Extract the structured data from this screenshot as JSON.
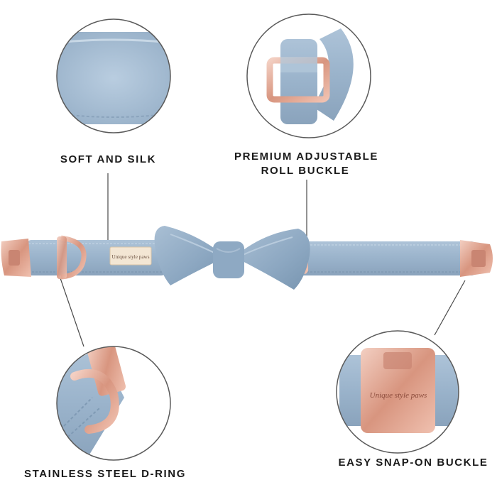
{
  "features": {
    "soft": {
      "label": "SOFT AND SILK"
    },
    "roll_buckle": {
      "label_line1": "PREMIUM ADJUSTABLE",
      "label_line2": "ROLL BUCKLE"
    },
    "d_ring": {
      "label": "STAINLESS STEEL D-RING"
    },
    "snap_buckle": {
      "label": "EASY SNAP-ON BUCKLE"
    }
  },
  "product": {
    "tag_text": "Unique style paws",
    "buckle_engraving": "Unique style paws"
  },
  "colors": {
    "collar_blue": "#9cb4cc",
    "bow_blue": "#8aa6c0",
    "rose_gold": "#e0a896",
    "circle_border": "#5a5a5a",
    "tag_bg": "#f3e6d4"
  }
}
